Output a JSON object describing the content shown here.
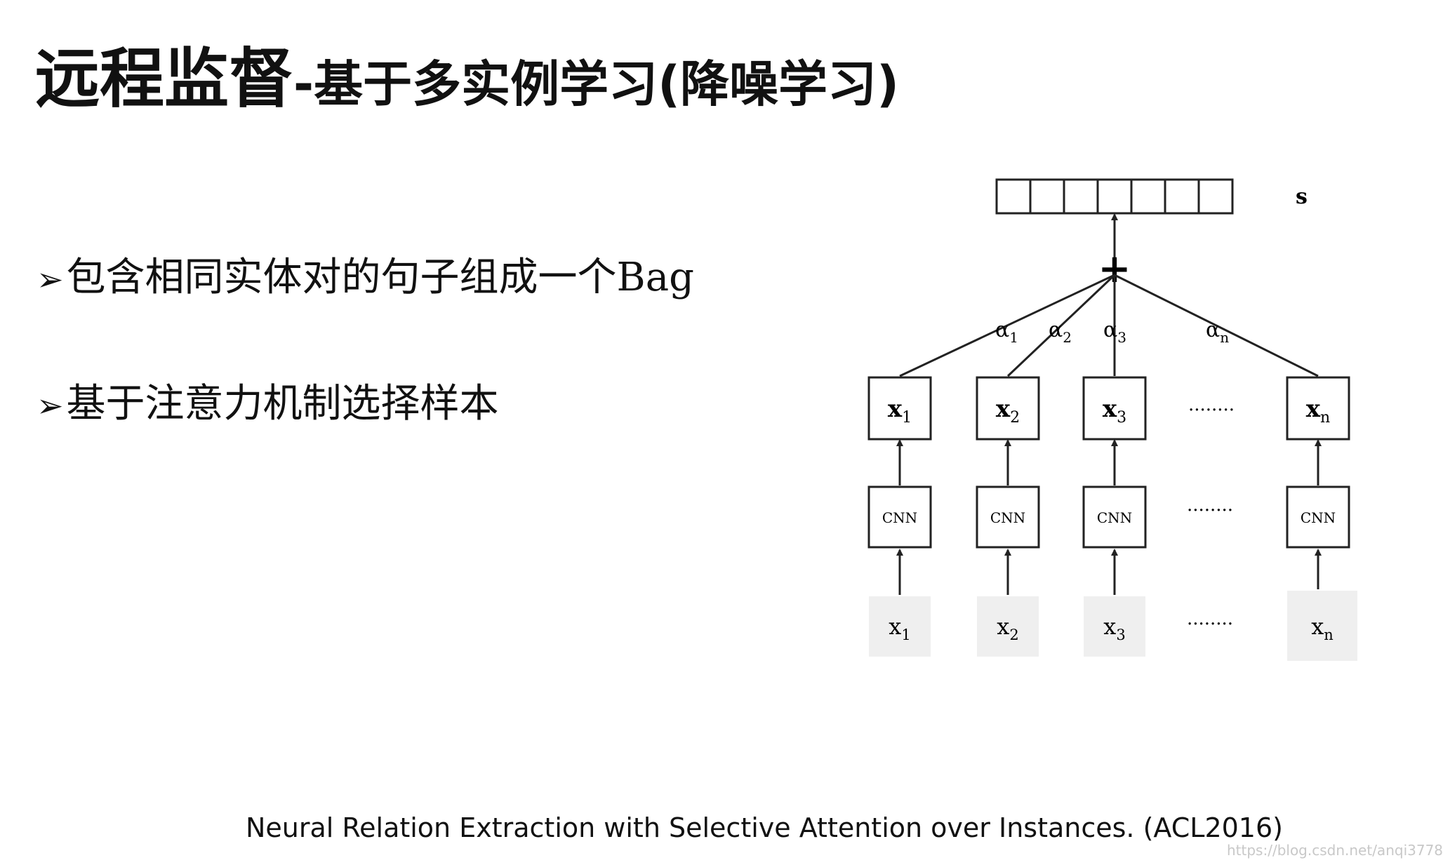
{
  "slide": {
    "title_main": "远程监督",
    "title_sub": "-基于多实例学习(降噪学习)",
    "bullets": [
      {
        "arrow": "➢",
        "text": "包含相同实体对的句子组成一个Bag"
      },
      {
        "arrow": "➢",
        "text": "基于注意力机制选择样本"
      }
    ],
    "caption": "Neural Relation Extraction with Selective Attention over Instances. (ACL2016)",
    "watermark": "https://blog.csdn.net/anqi3778"
  },
  "diagram": {
    "output_label": "s",
    "output_cells": 7,
    "sum_symbol": "+",
    "columns": [
      {
        "alpha_base": "α",
        "alpha_sub": "1",
        "vec_base": "x",
        "vec_sub": "1",
        "cnn": "CNN",
        "input_base": "x",
        "input_sub": "1"
      },
      {
        "alpha_base": "α",
        "alpha_sub": "2",
        "vec_base": "x",
        "vec_sub": "2",
        "cnn": "CNN",
        "input_base": "x",
        "input_sub": "2"
      },
      {
        "alpha_base": "α",
        "alpha_sub": "3",
        "vec_base": "x",
        "vec_sub": "3",
        "cnn": "CNN",
        "input_base": "x",
        "input_sub": "3"
      },
      {
        "alpha_base": "α",
        "alpha_sub": "n",
        "vec_base": "x",
        "vec_sub": "n",
        "cnn": "CNN",
        "input_base": "x",
        "input_sub": "n"
      }
    ],
    "ellipsis": "........",
    "colors": {
      "input_fill": "#efefef",
      "stroke": "#222222"
    }
  }
}
